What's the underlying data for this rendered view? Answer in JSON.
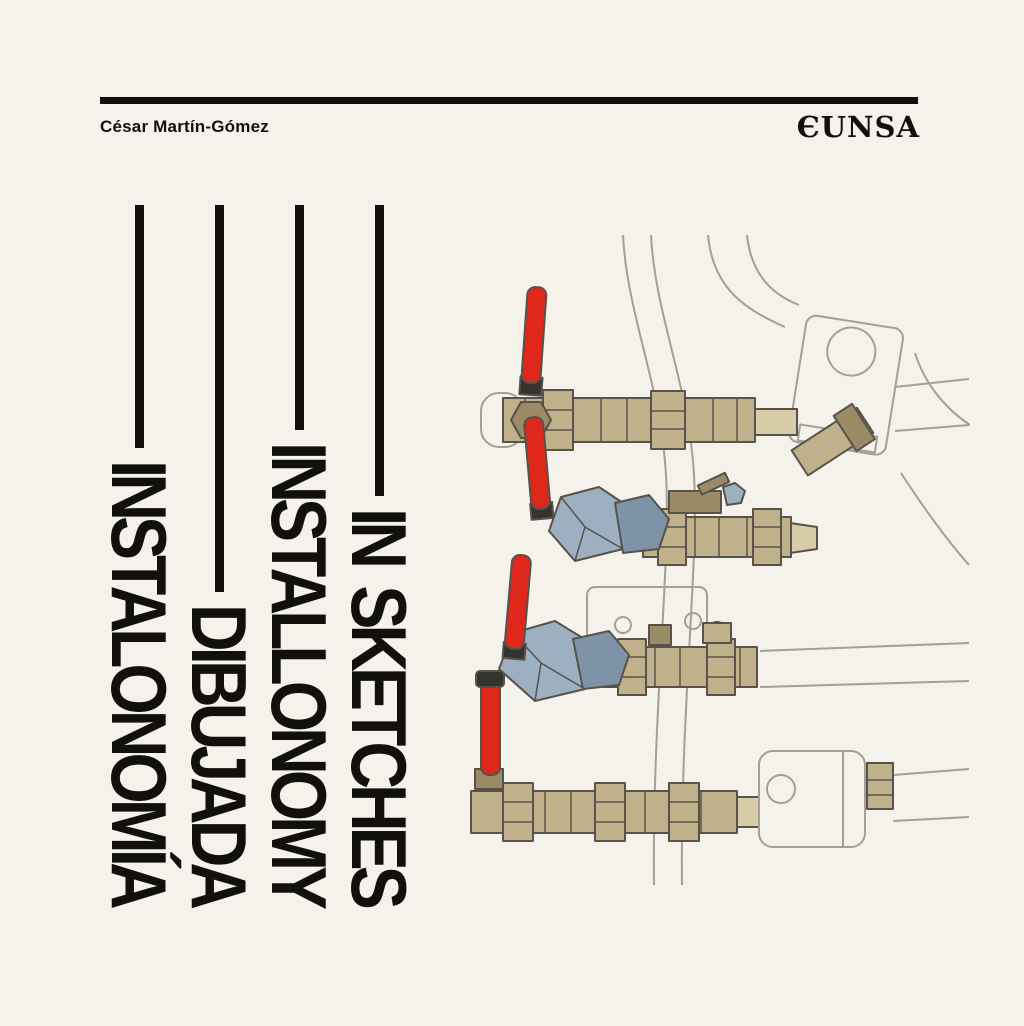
{
  "header": {
    "author": "César Martín-Gómez",
    "publisher": "ЄUNSA"
  },
  "title": {
    "lines": [
      "INSTALONOMÍA",
      "DIBUJADA",
      "INSTALLONOMY",
      "IN SKETCHES"
    ]
  },
  "illustration": {
    "name": "pipe-manifold-sketch",
    "elements": [
      "red-handle-ball-valves",
      "brass-pipe-fittings",
      "steel-valve-bodies",
      "water-meter-boxes",
      "background-pipes"
    ]
  },
  "theme": {
    "background": "#f4f2ea",
    "ink": "#12100c",
    "red": "#e0271b",
    "red_dark": "#a11711",
    "brass": "#c0b18a",
    "brass_dark": "#9a8b66",
    "brass_light": "#d8cca9",
    "steel": "#9db0c2",
    "steel_dark": "#7e93a8",
    "outline": "#57534a",
    "line": "#a3a095",
    "paper": "#f8f6ee"
  }
}
